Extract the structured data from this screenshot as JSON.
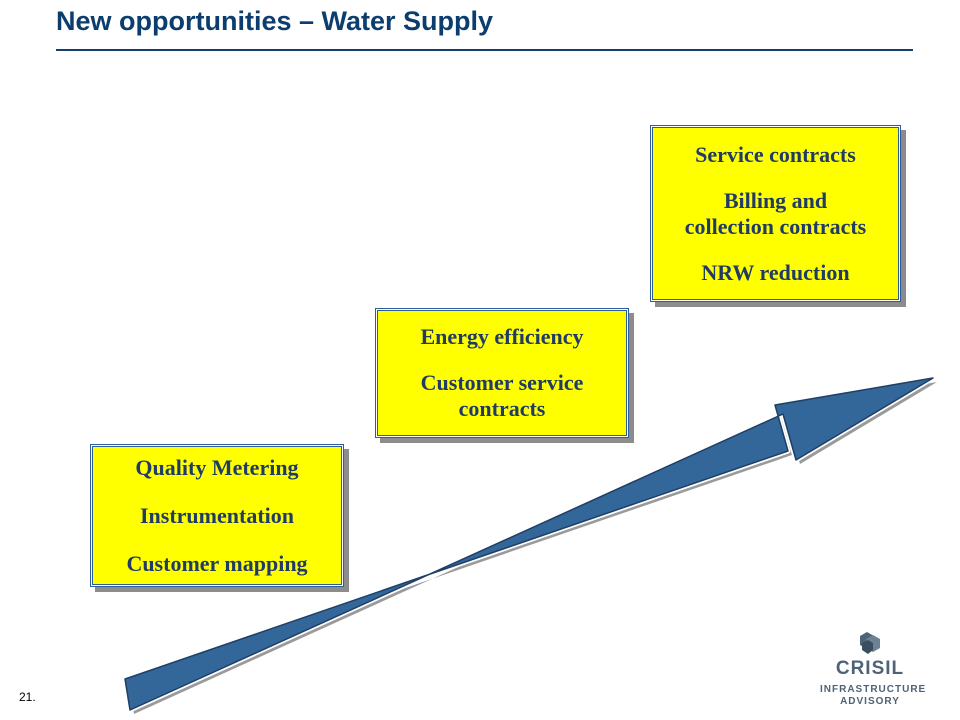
{
  "slide": {
    "title": "New opportunities – Water Supply",
    "page_number": "21."
  },
  "boxes": [
    {
      "lines": [
        "Quality Metering",
        "Instrumentation",
        "Customer mapping"
      ]
    },
    {
      "lines": [
        "Energy efficiency",
        "Customer service",
        "contracts"
      ]
    },
    {
      "lines": [
        "Service contracts",
        "Billing and",
        "collection contracts",
        "NRW reduction"
      ]
    }
  ],
  "logo": {
    "brand": "CRISIL",
    "line1": "INFRASTRUCTURE",
    "line2": "ADVISORY"
  },
  "colors": {
    "title": "#0b3d6e",
    "box_fill": "#ffff00",
    "box_text": "#1f3b66",
    "arrow_fill": "#336699",
    "logo": "#4e6377"
  },
  "icons": [
    "growth-arrow-icon",
    "crisil-logo-icon"
  ]
}
